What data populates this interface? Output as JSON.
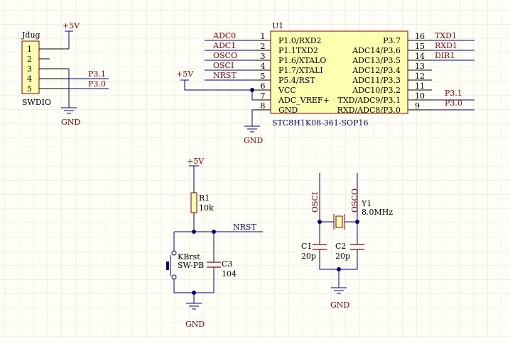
{
  "power": {
    "vcc": "+5V",
    "gnd": "GND"
  },
  "jdug": {
    "designator": "Jdug",
    "footprint": "SWDIO",
    "pins": [
      "1",
      "2",
      "3",
      "4",
      "5"
    ],
    "nets": {
      "p4": "P3.1",
      "p5": "P3.0"
    }
  },
  "u1": {
    "designator": "U1",
    "part": "STC8H1K08-361-SOP16",
    "left": [
      {
        "num": "1",
        "name": "P1.0/RXD2",
        "net": "ADC0"
      },
      {
        "num": "2",
        "name": "P1.1TXD2",
        "net": "ADC1"
      },
      {
        "num": "3",
        "name": "P1.6/XTALO",
        "net": "OSCO"
      },
      {
        "num": "4",
        "name": "P1.7/XTALI",
        "net": "OSCI"
      },
      {
        "num": "5",
        "name": "P5.4/RST",
        "net": "NRST"
      },
      {
        "num": "6",
        "name": "VCC",
        "net": ""
      },
      {
        "num": "7",
        "name": "ADC_VREF+",
        "net": ""
      },
      {
        "num": "8",
        "name": "GND",
        "net": ""
      }
    ],
    "right": [
      {
        "num": "16",
        "name": "P3.7",
        "net": "TXD1"
      },
      {
        "num": "15",
        "name": "ADC14/P3.6",
        "net": "RXD1"
      },
      {
        "num": "14",
        "name": "ADC13/P3.5",
        "net": "DIR1"
      },
      {
        "num": "13",
        "name": "ADC12/P3.4",
        "net": ""
      },
      {
        "num": "12",
        "name": "ADC11/P3.3",
        "net": ""
      },
      {
        "num": "11",
        "name": "ADC10/P3.2",
        "net": ""
      },
      {
        "num": "10",
        "name": "TXD/ADC9/P3.1",
        "net": "P3.1"
      },
      {
        "num": "9",
        "name": "RXD/ADC8/P3.0",
        "net": "P3.0"
      }
    ]
  },
  "reset": {
    "r1": {
      "designator": "R1",
      "value": "10k"
    },
    "c3": {
      "designator": "C3",
      "value": "104"
    },
    "sw": {
      "designator": "KBrst",
      "value": "SW-PB"
    },
    "net": "NRST"
  },
  "crystal": {
    "y1": {
      "designator": "Y1",
      "value": "8.0MHz"
    },
    "c1": {
      "designator": "C1",
      "value": "20p"
    },
    "c2": {
      "designator": "C2",
      "value": "20p"
    },
    "net_left": "OSCI",
    "net_right": "OSCO"
  }
}
